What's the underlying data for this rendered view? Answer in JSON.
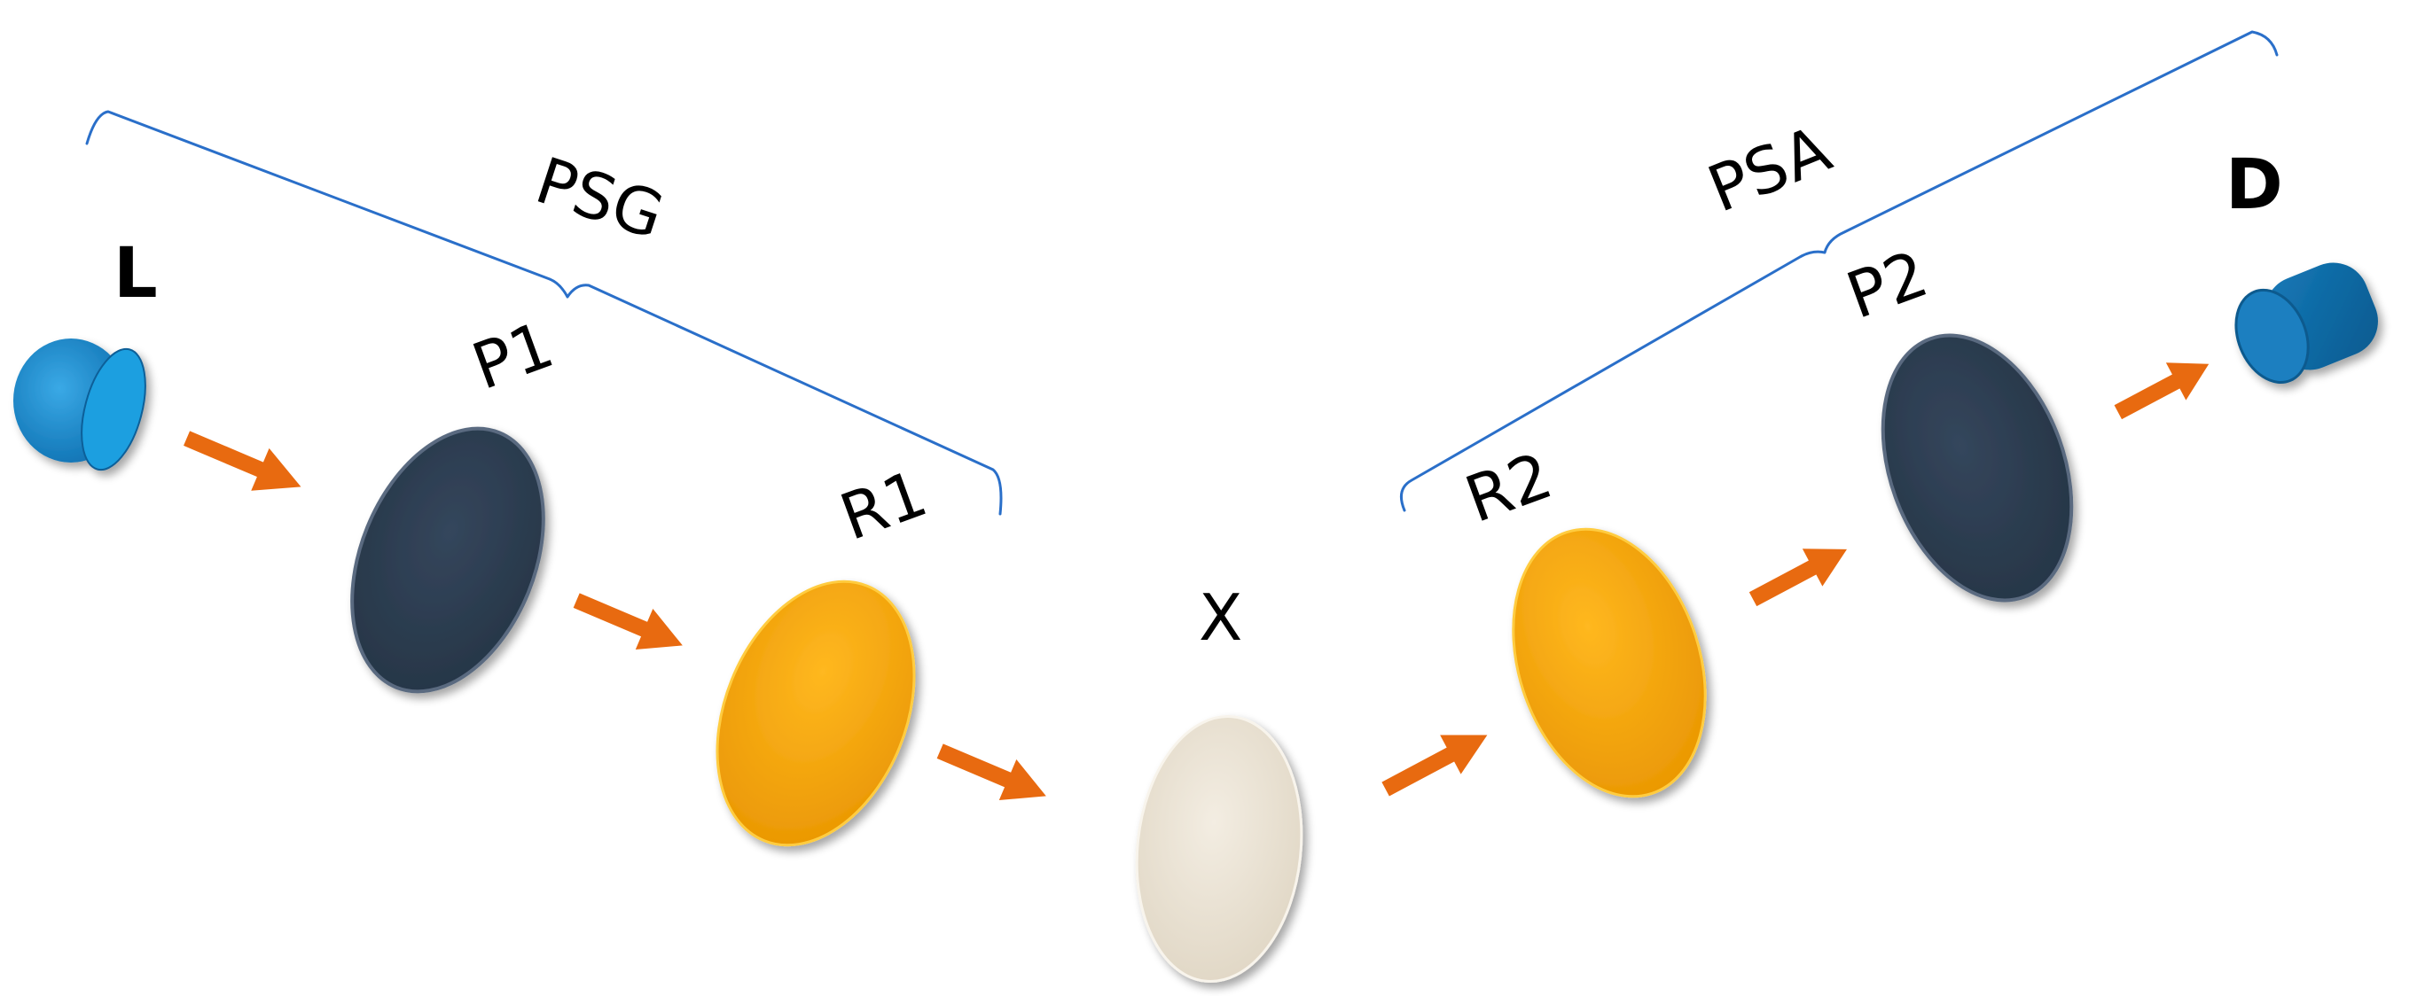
{
  "labels": {
    "L": "L",
    "P1": "P1",
    "R1": "R1",
    "X": "X",
    "R2": "R2",
    "P2": "P2",
    "D": "D",
    "PSG": "PSG",
    "PSA": "PSA"
  },
  "colors": {
    "source": "#1a8fd0",
    "polarizer": "#2e3e52",
    "retarder": "#f5a000",
    "sample": "#e8e0d0",
    "detector": "#0f6aa3",
    "arrow": "#e86a10",
    "bracket": "#2a6fc9"
  }
}
